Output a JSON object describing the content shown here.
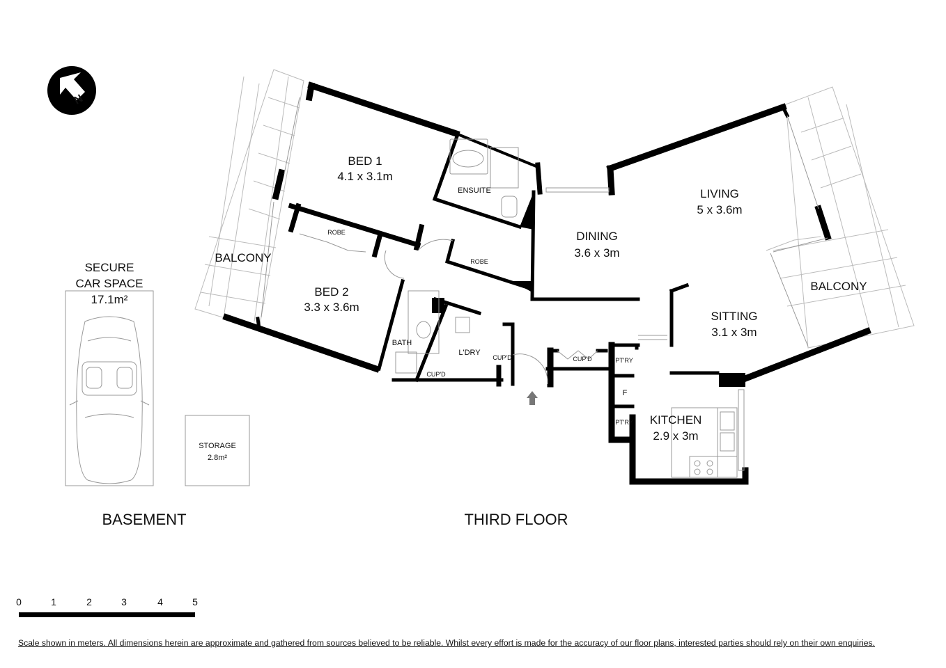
{
  "compass": {
    "label": "N"
  },
  "rooms": {
    "bed1": {
      "name": "BED 1",
      "size": "4.1 x 3.1m"
    },
    "ensuite": {
      "name": "ENSUITE"
    },
    "robe1": {
      "name": "ROBE"
    },
    "robe2": {
      "name": "ROBE"
    },
    "bed2": {
      "name": "BED 2",
      "size": "3.3 x 3.6m"
    },
    "balcony_left": {
      "name": "BALCONY"
    },
    "bath": {
      "name": "BATH"
    },
    "laundry": {
      "name": "L'DRY"
    },
    "cupd1": {
      "name": "CUP'D"
    },
    "cupd2": {
      "name": "CUP'D"
    },
    "cupd3": {
      "name": "CUP'D"
    },
    "dining": {
      "name": "DINING",
      "size": "3.6 x 3m"
    },
    "living": {
      "name": "LIVING",
      "size": "5 x 3.6m"
    },
    "balcony_right": {
      "name": "BALCONY"
    },
    "sitting": {
      "name": "SITTING",
      "size": "3.1 x 3m"
    },
    "ptry1": {
      "name": "PT'RY"
    },
    "fridge": {
      "name": "F"
    },
    "ptry2": {
      "name": "PT'RY"
    },
    "kitchen": {
      "name": "KITCHEN",
      "size": "2.9 x 3m"
    }
  },
  "basement": {
    "car": {
      "line1": "SECURE",
      "line2": "CAR SPACE",
      "area": "17.1m²"
    },
    "storage": {
      "name": "STORAGE",
      "area": "2.8m²"
    },
    "title": "BASEMENT"
  },
  "floor_title": "THIRD FLOOR",
  "scale": {
    "ticks": [
      "0",
      "1",
      "2",
      "3",
      "4",
      "5"
    ]
  },
  "disclaimer": "Scale shown in meters. All dimensions herein are approximate and gathered from sources believed to be  reliable. Whilst every effort is made for the accuracy of our floor plans, interested parties should rely on their own enquiries."
}
